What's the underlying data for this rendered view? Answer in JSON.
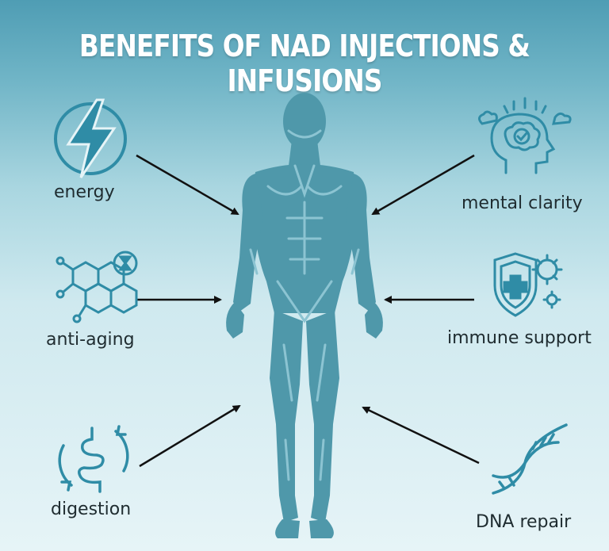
{
  "title": "BENEFITS OF NAD INJECTIONS & INFUSIONS",
  "colors": {
    "icon": "#2f8ca6",
    "body": "#4f98aa",
    "body_light": "#8cc4d2",
    "arrow": "#111111",
    "text": "#1f2c30"
  },
  "benefits": {
    "energy": {
      "label": "energy",
      "icon": "lightning-bolt-icon"
    },
    "anti_aging": {
      "label": "anti-aging",
      "icon": "molecule-hourglass-icon"
    },
    "digestion": {
      "label": "digestion",
      "icon": "intestine-cycle-icon"
    },
    "mental_clarity": {
      "label": "mental clarity",
      "icon": "brain-head-icon"
    },
    "immune_support": {
      "label": "immune support",
      "icon": "shield-virus-icon"
    },
    "dna_repair": {
      "label": "DNA repair",
      "icon": "dna-helix-icon"
    }
  },
  "figure": {
    "icon": "human-body-anatomy-icon"
  }
}
